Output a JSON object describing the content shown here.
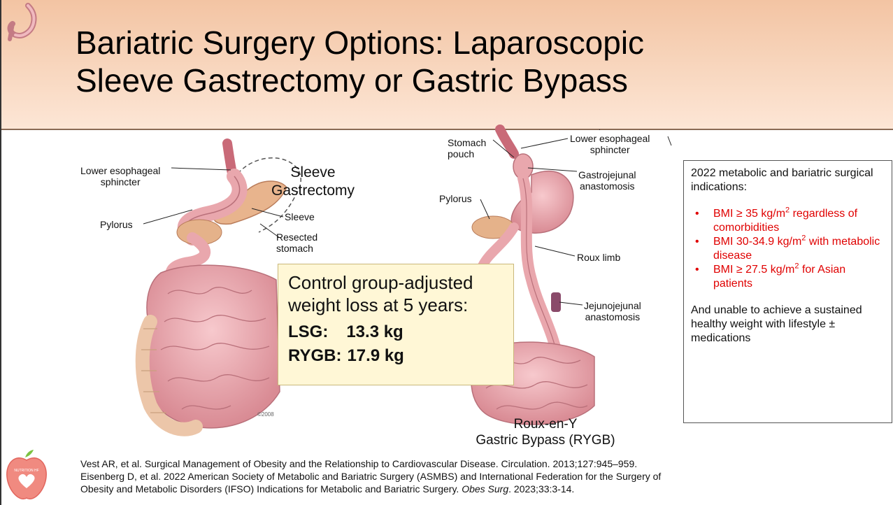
{
  "title": {
    "line1": "Bariatric Surgery Options: Laparoscopic",
    "line2": "Sleeve Gastrectomy or Gastric Bypass"
  },
  "sleeve_diagram": {
    "title_line1": "Sleeve",
    "title_line2": "Gastrectomy",
    "labels": {
      "les_line1": "Lower esophageal",
      "les_line2": "sphincter",
      "pylorus": "Pylorus",
      "sleeve": "Sleeve",
      "resected_line1": "Resected",
      "resected_line2": "stomach"
    }
  },
  "bypass_diagram": {
    "title_line1": "Roux-en-Y",
    "title_line2": "Gastric Bypass (RYGB)",
    "labels": {
      "pouch_line1": "Stomach",
      "pouch_line2": "pouch",
      "les_line1": "Lower esophageal",
      "les_line2": "sphincter",
      "ga_line1": "Gastrojejunal",
      "ga_line2": "anastomosis",
      "pylorus": "Pylorus",
      "roux": "Roux limb",
      "jj_line1": "Jejunojejunal",
      "jj_line2": "anastomosis"
    }
  },
  "overlay": {
    "lead_line1": "Control group-adjusted",
    "lead_line2": "weight loss at 5 years:",
    "lsg_label": "LSG:",
    "lsg_value": "13.3 kg",
    "rygb_label": "RYGB:",
    "rygb_value": "17.9 kg"
  },
  "indications": {
    "heading": "2022 metabolic and bariatric surgical indications:",
    "bullets": [
      {
        "pre": "BMI ≥ 35 kg/m",
        "sup": "2",
        "post": " regardless of comorbidities"
      },
      {
        "pre": "BMI 30-34.9 kg/m",
        "sup": "2",
        "post": " with metabolic disease"
      },
      {
        "pre": "BMI ≥ 27.5 kg/m",
        "sup": "2",
        "post": " for Asian patients"
      }
    ],
    "footer": "And unable to achieve a sustained healthy weight with lifestyle ± medications"
  },
  "references": {
    "ref1": "Vest AR, et al. Surgical Management of Obesity and the Relationship to Cardiovascular Disease. Circulation. 2013;127:945–959.",
    "ref2": "Eisenberg D, et al. 2022 American Society of Metabolic and Bariatric Surgery (ASMBS) and International Federation for the Surgery of",
    "ref3_pre": "Obesity and Metabolic Disorders (IFSO) Indications for Metabolic and Bariatric Surgery. ",
    "ref3_journal": "Obes Surg",
    "ref3_post": ". 2023;33:3-14."
  },
  "logo_text": "NUTRITION HF",
  "copyright": "©2008",
  "colors": {
    "header": "#f3c4a3",
    "bullet_red": "#e00000",
    "overlay_bg": "#fff7d6",
    "tissue": "#e9a7ad"
  }
}
